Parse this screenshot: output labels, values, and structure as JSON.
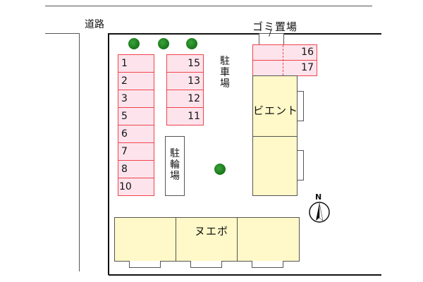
{
  "road": {
    "label": "道路"
  },
  "parking_lot_label": "駐車場",
  "bicycle_parking_label": "駐輪場",
  "garbage_area_label": "ゴミ置場",
  "parking_left_column": [
    "1",
    "2",
    "3",
    "5",
    "6",
    "7",
    "8",
    "10"
  ],
  "parking_right_column": [
    "15",
    "13",
    "12",
    "11"
  ],
  "parking_top_right": [
    "16",
    "17"
  ],
  "buildings": {
    "right_building_name": "ビエント",
    "bottom_building_name": "ヌエボ"
  },
  "compass": {
    "label": "N"
  },
  "colors": {
    "parking_fill": "#fde4ec",
    "parking_border": "#f0434b",
    "building_fill": "#fff8c8",
    "tree": "#1d7a1d"
  }
}
